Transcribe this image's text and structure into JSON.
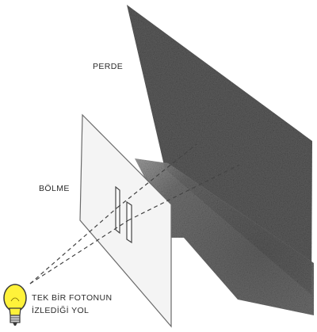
{
  "labels": {
    "screen": "PERDE",
    "barrier": "BÖLME",
    "photon_path_line1": "TEK BİR FOTONUN",
    "photon_path_line2": "İZLEDİĞİ YOL"
  },
  "colors": {
    "screen": "#5e5e5e",
    "barrier_face": "#f4f4f4",
    "barrier_shadow": "#616161",
    "lamp_glow": "#fff23a",
    "lamp_outline": "#3a3a3a",
    "dashed_path": "#444444"
  },
  "icons": {
    "light_source": "light-bulb-icon"
  }
}
